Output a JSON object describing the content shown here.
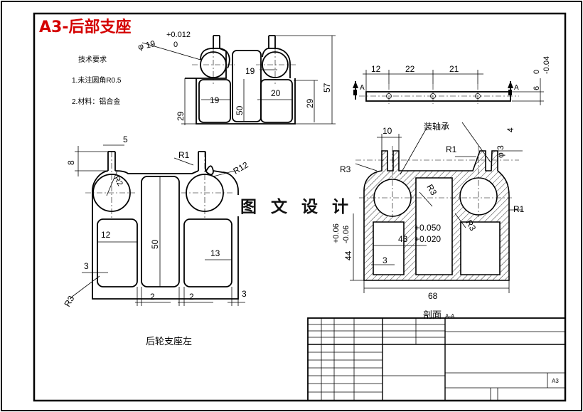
{
  "title": "A3-后部支座",
  "watermark": "图 文 设 计",
  "tech": {
    "heading": "技术要求",
    "note1": "1.未注圆角R0.5",
    "note2": "2.材料：铝合金"
  },
  "top_view": {
    "dia": "φ 19",
    "tol_upper": "+0.012",
    "tol_lower": "0",
    "d19": "19",
    "d19b": "19",
    "d20": "20",
    "d50": "50",
    "d29a": "29",
    "d29b": "29",
    "d57": "57"
  },
  "side_view": {
    "d12": "12",
    "d22": "22",
    "d21": "21",
    "section": "A",
    "d6": "6",
    "tol_upper": "0",
    "tol_lower": "-0.04"
  },
  "left_view": {
    "caption": "后轮支座左",
    "d5": "5",
    "d8": "8",
    "r1": "R1",
    "r12": "R12",
    "r2": "R2",
    "d12": "12",
    "d50": "50",
    "d13": "13",
    "d3a": "3",
    "r3": "R3",
    "d2a": "2",
    "d2b": "2",
    "d3b": "3"
  },
  "section_view": {
    "caption": "剖面",
    "caption_sub": "A-A",
    "bearing": "装轴承",
    "d10": "10",
    "d4": "4",
    "phi3": "φ 3",
    "r1a": "R1",
    "r3a": "R3",
    "r3b": "R3",
    "r3c": "R3",
    "r1b": "R1",
    "tol_a": "+0.050",
    "tol_b": "+0.020",
    "d43": "43",
    "d44": "44",
    "tol_c": "+0.06",
    "tol_d": "-0.06",
    "d3": "3",
    "d68": "68"
  },
  "title_block": {
    "sheet_size": "A3"
  }
}
